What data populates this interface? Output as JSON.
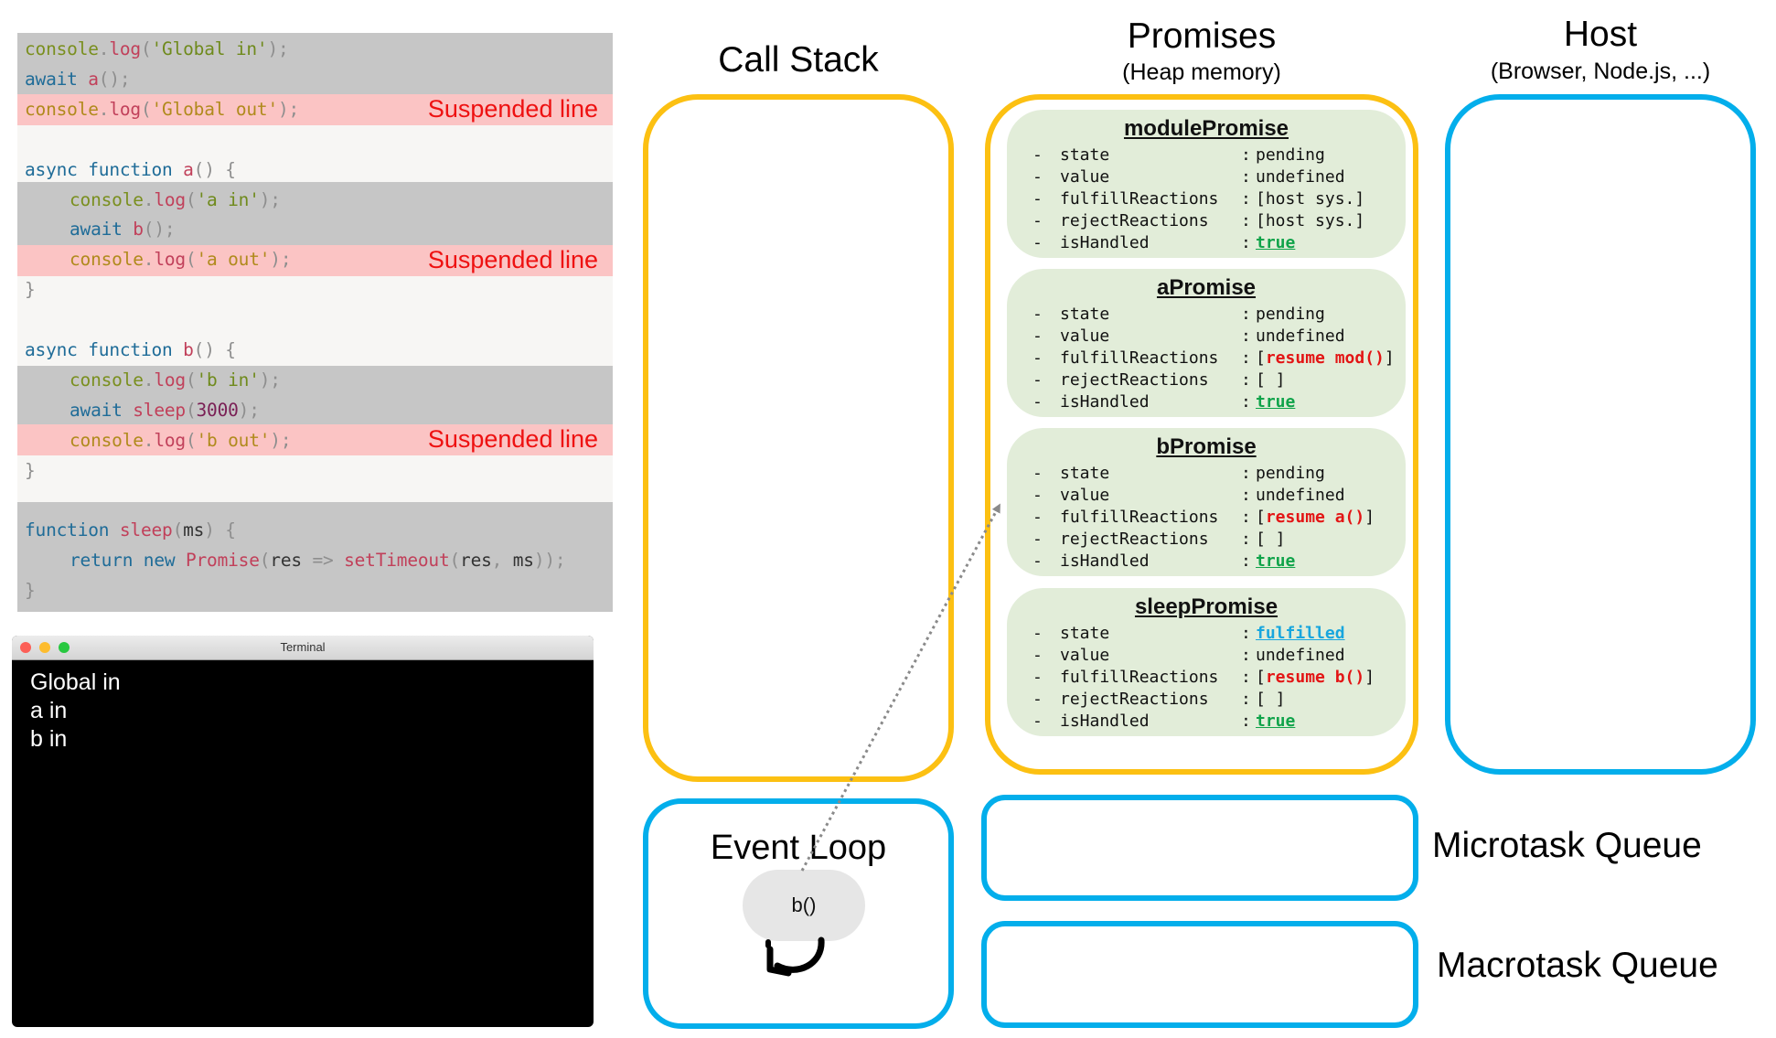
{
  "code": {
    "lines": [
      {
        "tokens": [
          [
            "obj",
            "console"
          ],
          [
            "pun",
            "."
          ],
          [
            "fn",
            "log"
          ],
          [
            "pun",
            "("
          ],
          [
            "str",
            "'Global in'"
          ],
          [
            "pun",
            ");"
          ]
        ]
      },
      {
        "tokens": [
          [
            "kw",
            "await "
          ],
          [
            "fn",
            "a"
          ],
          [
            "pun",
            "();"
          ]
        ]
      },
      {
        "tokens": [
          [
            "str-out",
            "console"
          ],
          [
            "pun",
            "."
          ],
          [
            "fn",
            "log"
          ],
          [
            "pun",
            "("
          ],
          [
            "str-out",
            "'Global out'"
          ],
          [
            "pun",
            ");"
          ]
        ]
      },
      {
        "tokens": []
      },
      {
        "tokens": [
          [
            "kw",
            "async function "
          ],
          [
            "fn",
            "a"
          ],
          [
            "pun",
            "() {"
          ]
        ]
      },
      {
        "tokens": [
          [
            "obj",
            "console"
          ],
          [
            "pun",
            "."
          ],
          [
            "fn",
            "log"
          ],
          [
            "pun",
            "("
          ],
          [
            "str",
            "'a in'"
          ],
          [
            "pun",
            ");"
          ]
        ]
      },
      {
        "tokens": [
          [
            "kw",
            "await "
          ],
          [
            "fn",
            "b"
          ],
          [
            "pun",
            "();"
          ]
        ]
      },
      {
        "tokens": [
          [
            "str-out",
            "console"
          ],
          [
            "pun",
            "."
          ],
          [
            "fn",
            "log"
          ],
          [
            "pun",
            "("
          ],
          [
            "str-out",
            "'a out'"
          ],
          [
            "pun",
            ");"
          ]
        ]
      },
      {
        "tokens": [
          [
            "pun",
            "}"
          ]
        ]
      },
      {
        "tokens": []
      },
      {
        "tokens": [
          [
            "kw",
            "async function "
          ],
          [
            "fn",
            "b"
          ],
          [
            "pun",
            "() {"
          ]
        ]
      },
      {
        "tokens": [
          [
            "obj",
            "console"
          ],
          [
            "pun",
            "."
          ],
          [
            "fn",
            "log"
          ],
          [
            "pun",
            "("
          ],
          [
            "str",
            "'b in'"
          ],
          [
            "pun",
            ");"
          ]
        ]
      },
      {
        "tokens": [
          [
            "kw",
            "await "
          ],
          [
            "fn",
            "sleep"
          ],
          [
            "pun",
            "("
          ],
          [
            "num",
            "3000"
          ],
          [
            "pun",
            ");"
          ]
        ]
      },
      {
        "tokens": [
          [
            "str-out",
            "console"
          ],
          [
            "pun",
            "."
          ],
          [
            "fn",
            "log"
          ],
          [
            "pun",
            "("
          ],
          [
            "str-out",
            "'b out'"
          ],
          [
            "pun",
            ");"
          ]
        ]
      },
      {
        "tokens": [
          [
            "pun",
            "}"
          ]
        ]
      },
      {
        "tokens": []
      },
      {
        "tokens": [
          [
            "kw",
            "function "
          ],
          [
            "fn",
            "sleep"
          ],
          [
            "pun",
            "("
          ],
          [
            "id",
            "ms"
          ],
          [
            "pun",
            ") {"
          ]
        ]
      },
      {
        "tokens": [
          [
            "kw",
            "return new "
          ],
          [
            "fn",
            "Promise"
          ],
          [
            "pun",
            "("
          ],
          [
            "id",
            "res "
          ],
          [
            "pun",
            "=> "
          ],
          [
            "fn",
            "setTimeout"
          ],
          [
            "pun",
            "("
          ],
          [
            "id",
            "res"
          ],
          [
            "pun",
            ", "
          ],
          [
            "id",
            "ms"
          ],
          [
            "pun",
            "));"
          ]
        ]
      },
      {
        "tokens": [
          [
            "pun",
            "}"
          ]
        ]
      }
    ],
    "suspended_label": "Suspended line"
  },
  "terminal": {
    "title": "Terminal",
    "output": [
      "Global in",
      "a in",
      "b in"
    ]
  },
  "call_stack": {
    "title": "Call Stack",
    "frames": []
  },
  "promises": {
    "title": "Promises",
    "subtitle": "(Heap memory)",
    "items": [
      {
        "name": "modulePromise",
        "rows": [
          {
            "key": "state",
            "value": "pending",
            "style": "plain"
          },
          {
            "key": "value",
            "value": "undefined",
            "style": "plain"
          },
          {
            "key": "fulfillReactions",
            "value_parts": [
              "[host sys.]"
            ],
            "style": "plain"
          },
          {
            "key": "rejectReactions",
            "value_parts": [
              "[host sys.]"
            ],
            "style": "plain"
          },
          {
            "key": "isHandled",
            "value": "true",
            "style": "green"
          }
        ]
      },
      {
        "name": "aPromise",
        "rows": [
          {
            "key": "state",
            "value": "pending",
            "style": "plain"
          },
          {
            "key": "value",
            "value": "undefined",
            "style": "plain"
          },
          {
            "key": "fulfillReactions",
            "value_parts": [
              "[",
              "resume mod()",
              "]"
            ],
            "style": "reaction"
          },
          {
            "key": "rejectReactions",
            "value_parts": [
              "[ ]"
            ],
            "style": "plain"
          },
          {
            "key": "isHandled",
            "value": "true",
            "style": "green"
          }
        ]
      },
      {
        "name": "bPromise",
        "rows": [
          {
            "key": "state",
            "value": "pending",
            "style": "plain"
          },
          {
            "key": "value",
            "value": "undefined",
            "style": "plain"
          },
          {
            "key": "fulfillReactions",
            "value_parts": [
              "[",
              "resume a()",
              "]"
            ],
            "style": "reaction"
          },
          {
            "key": "rejectReactions",
            "value_parts": [
              "[ ]"
            ],
            "style": "plain"
          },
          {
            "key": "isHandled",
            "value": "true",
            "style": "green"
          }
        ]
      },
      {
        "name": "sleepPromise",
        "rows": [
          {
            "key": "state",
            "value": "fulfilled",
            "style": "blue"
          },
          {
            "key": "value",
            "value": "undefined",
            "style": "plain"
          },
          {
            "key": "fulfillReactions",
            "value_parts": [
              "[",
              "resume b()",
              "]"
            ],
            "style": "reaction"
          },
          {
            "key": "rejectReactions",
            "value_parts": [
              "[ ]"
            ],
            "style": "plain"
          },
          {
            "key": "isHandled",
            "value": "true",
            "style": "green"
          }
        ]
      }
    ]
  },
  "host": {
    "title": "Host",
    "subtitle": "(Browser, Node.js, ...)",
    "items": []
  },
  "event_loop": {
    "title": "Event Loop",
    "current_task": "b()",
    "icon": "loop-arrow-icon",
    "arrow_target": "bPromise"
  },
  "microtask_queue": {
    "label": "Microtask Queue",
    "items": []
  },
  "macrotask_queue": {
    "label": "Macrotask Queue",
    "items": []
  },
  "colors": {
    "stack_border": "#fcc012",
    "queue_border": "#03aeeb",
    "promise_card": "#e2edd9",
    "suspended_band": "#fbc4c4",
    "executed_band": "#c6c6c6",
    "reaction_text": "#e31515",
    "handled_text": "#10a34a",
    "fulfilled_text": "#18a6de"
  }
}
